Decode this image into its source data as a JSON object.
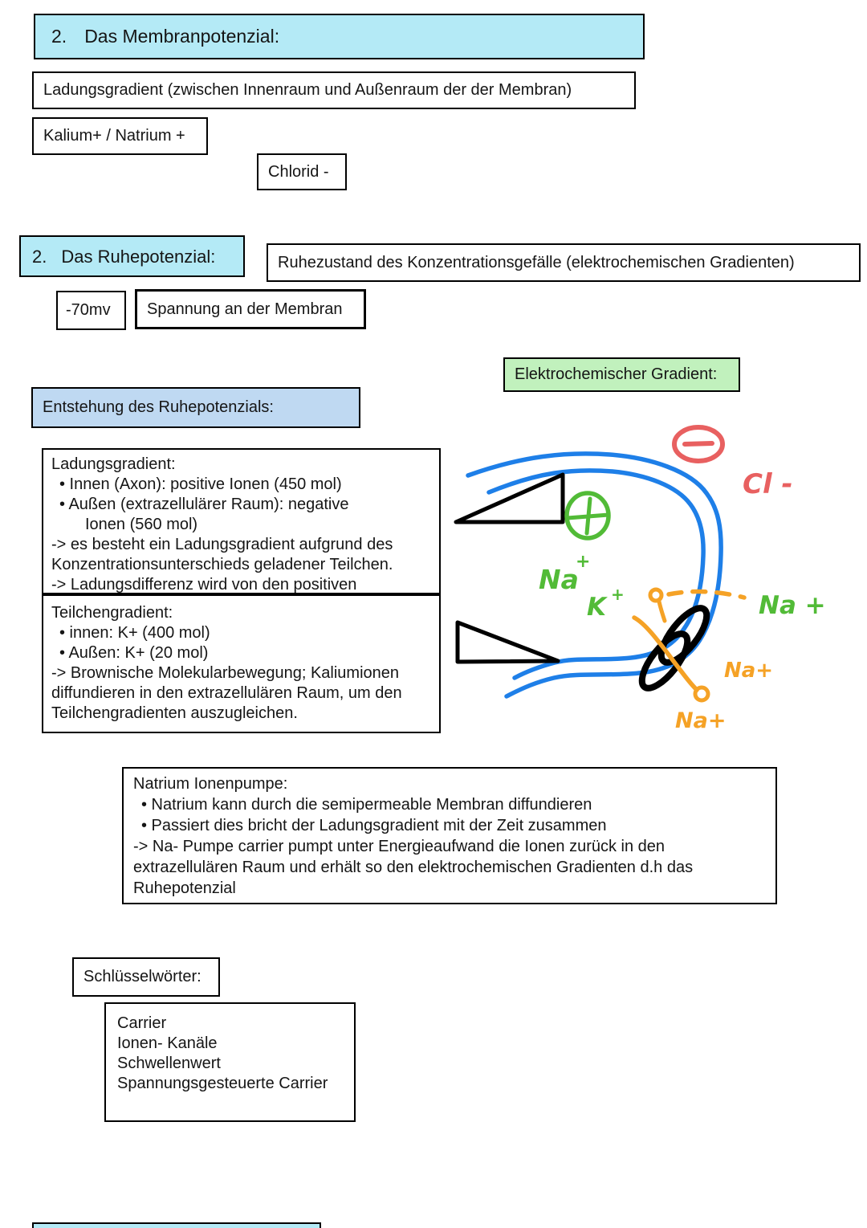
{
  "colors": {
    "cyan": "#b4eaf6",
    "green_box": "#c1f1bd",
    "blue_box": "#bfd9f2",
    "ink_blue": "#1e7fe8",
    "ink_green": "#52bb37",
    "ink_orange": "#f5a226",
    "ink_red": "#e86060"
  },
  "membran": {
    "number": "2.",
    "title": "Das Membranpotenzial:",
    "gradient_line": "Ladungsgradient (zwischen Innenraum und Außenraum der der Membran)",
    "kalium": "Kalium+ / Natrium +",
    "chlorid": "Chlorid -"
  },
  "ruhe": {
    "number": "2.",
    "title": "Das Ruhepotenzial:",
    "definition": "Ruhezustand des Konzentrationsgefälle (elektrochemischen Gradienten)",
    "voltage": "-70mv",
    "spannung": "Spannung an der Membran",
    "gradient_label": "Elektrochemischer Gradient:",
    "entstehung_label": "Entstehung des Ruhepotenzials:"
  },
  "ladung_box": {
    "lines": [
      "Ladungsgradient:",
      "•  Innen (Axon): positive Ionen (450 mol)",
      "•  Außen (extrazellulärer Raum): negative",
      "Ionen (560 mol)",
      "-> es besteht ein Ladungsgradient aufgrund des",
      "Konzentrationsunterschieds geladener Teilchen.",
      "-> Ladungsdifferenz wird von den positiven"
    ]
  },
  "teilchen_box": {
    "lines": [
      "Teilchengradient:",
      "•  innen: K+ (400 mol)",
      "•  Außen: K+ (20 mol)",
      "-> Brownische Molekularbewegung; Kaliumionen",
      "diffundieren in den extrazellulären Raum, um den",
      "Teilchengradienten auszugleichen."
    ]
  },
  "pumpe_box": {
    "lines": [
      "Natrium Ionenpumpe:",
      "•  Natrium kann durch die semipermeable Membran diffundieren",
      "•  Passiert dies bricht der Ladungsgradient mit der Zeit zusammen",
      "-> Na- Pumpe carrier pumpt unter Energieaufwand die Ionen zurück in den",
      "extrazellulären Raum und erhält so den elektrochemischen Gradienten d.h das",
      "Ruhepotenzial"
    ]
  },
  "keywords": {
    "label": "Schlüsselwörter:",
    "items": [
      "Carrier",
      "Ionen- Kanäle",
      "Schwellenwert",
      "Spannungsgesteuerte Carrier"
    ]
  },
  "diagram": {
    "cl_label": "Cl -",
    "na_inner": "Na",
    "na_inner_sup": "+",
    "k_label": "K",
    "k_sup": "+",
    "na_right": "Na +",
    "na_mid_orange": "Na+",
    "na_bottom_orange": "Na+"
  }
}
